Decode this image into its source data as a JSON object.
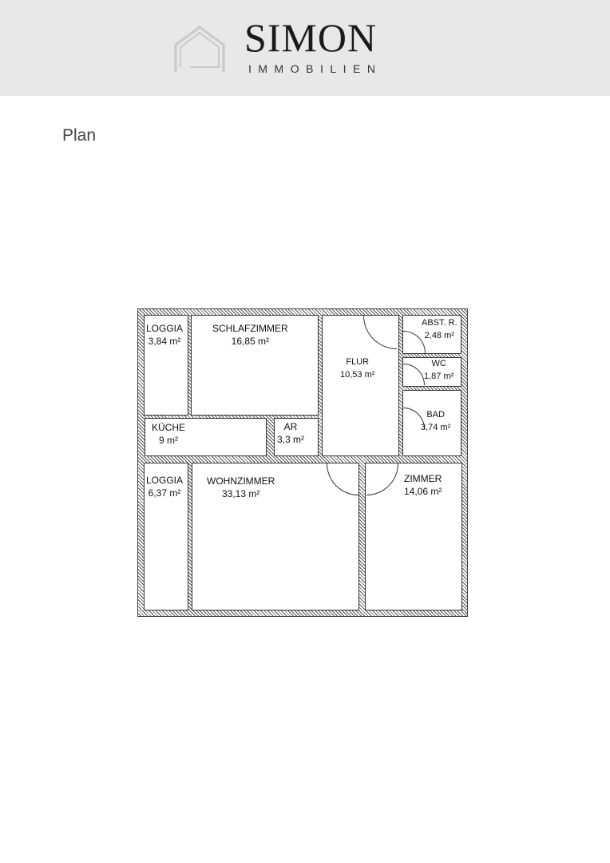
{
  "header": {
    "brand": "SIMON",
    "subtitle": "IMMOBILIEN"
  },
  "page_title": "Plan",
  "rooms": [
    {
      "name": "LOGGIA",
      "area": "3,84 m²"
    },
    {
      "name": "SCHLAFZIMMER",
      "area": "16,85 m²"
    },
    {
      "name": "KÜCHE",
      "area": "9 m²"
    },
    {
      "name": "AR",
      "area": "3,3 m²"
    },
    {
      "name": "FLUR",
      "area": "10,53 m²"
    },
    {
      "name": "ABST. R.",
      "area": "2,48 m²"
    },
    {
      "name": "WC",
      "area": "1,87 m²"
    },
    {
      "name": "BAD",
      "area": "3,74 m²"
    },
    {
      "name": "LOGGIA",
      "area": "6,37 m²"
    },
    {
      "name": "WOHNZIMMER",
      "area": "33,13 m²"
    },
    {
      "name": "ZIMMER",
      "area": "14,06 m²"
    }
  ]
}
